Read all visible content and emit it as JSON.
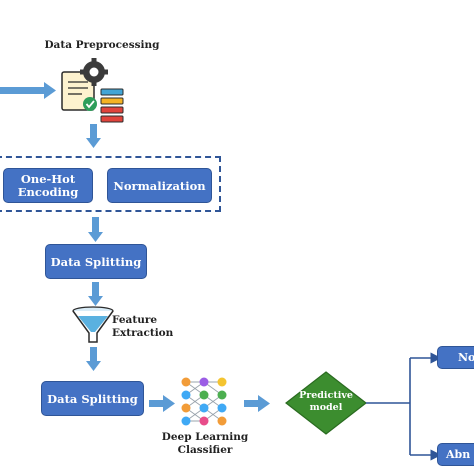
{
  "preprocessing": {
    "title": "Data Preprocessing"
  },
  "encoding": {
    "one_hot": "One-Hot\nEncoding",
    "normalization": "Normalization"
  },
  "splitting1": {
    "label": "Data Splitting"
  },
  "feature": {
    "label": "Feature\nExtraction"
  },
  "splitting2": {
    "label": "Data Splitting"
  },
  "classifier": {
    "label": "Deep Learning\nClassifier"
  },
  "predictive": {
    "label": "Predictive\nmodel"
  },
  "outputs": {
    "top": "No",
    "bottom": "Abn"
  },
  "colors": {
    "box_fill": "#4472c4",
    "box_border": "#2f5597",
    "diamond_fill": "#3c8d2f",
    "arrow": "#5b9bd5"
  }
}
